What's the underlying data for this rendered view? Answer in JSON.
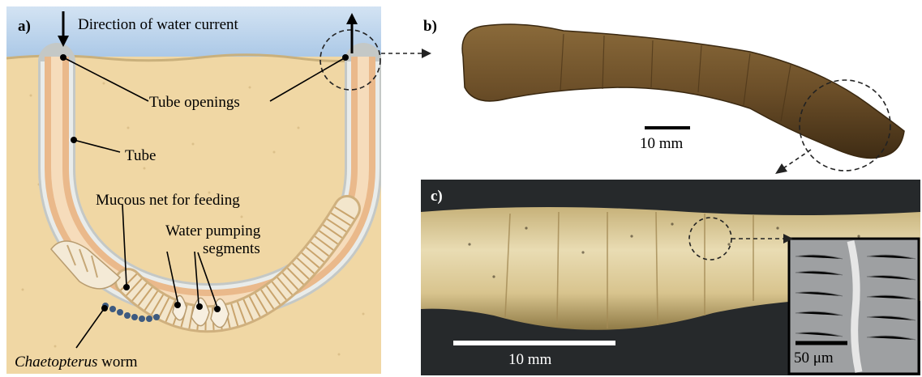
{
  "figure": {
    "panel_labels": {
      "a": "a)",
      "b": "b)",
      "c": "c)"
    },
    "panel_a": {
      "direction_label": "Direction of water current",
      "tube_openings_label": "Tube openings",
      "tube_label": "Tube",
      "mucous_net_label": "Mucous net for feeding",
      "pumping_label_line1": "Water pumping",
      "pumping_label_line2": "segments",
      "worm_label_italic": "Chaetopterus",
      "worm_label_rest": " worm"
    },
    "panel_b": {
      "scale_label": "10 mm"
    },
    "panel_c": {
      "scale_label": "10 mm",
      "inset_scale_label": "50 μm"
    }
  },
  "colors": {
    "water": "#b9d3ec",
    "sand": "#f0d7a4",
    "tube_wall": "#d9d9d1",
    "tube_inner": "#efc89e",
    "worm": "#f3e6cc",
    "worm_dark": "#cfb07e",
    "spots": "#3d5a80",
    "specimen_brown": "#6b4e28",
    "specimen_dark": "#3f2c14",
    "tube_c": "#d8c48e",
    "background_c": "#26292b"
  }
}
